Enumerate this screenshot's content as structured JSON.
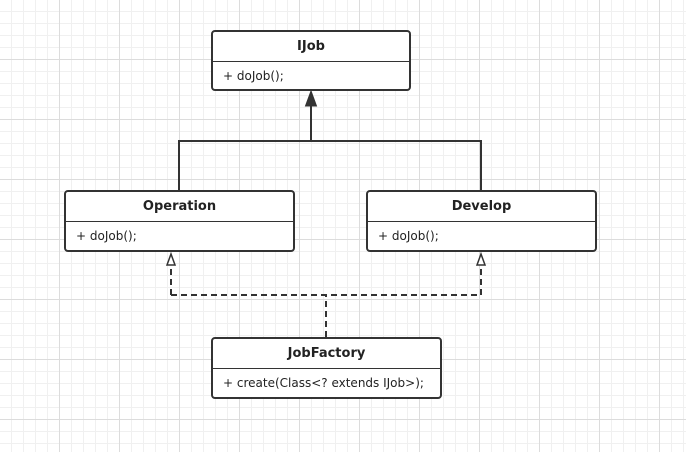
{
  "diagram": {
    "classes": [
      {
        "id": "ijob",
        "name": "IJob",
        "methods": [
          "+ doJob();"
        ]
      },
      {
        "id": "operation",
        "name": "Operation",
        "methods": [
          "+ doJob();"
        ]
      },
      {
        "id": "develop",
        "name": "Develop",
        "methods": [
          "+ doJob();"
        ]
      },
      {
        "id": "jobfactory",
        "name": "JobFactory",
        "methods": [
          "+ create(Class<? extends IJob>);"
        ]
      }
    ],
    "relations": [
      {
        "type": "generalization",
        "from": "operation",
        "to": "ijob"
      },
      {
        "type": "generalization",
        "from": "develop",
        "to": "ijob"
      },
      {
        "type": "dependency",
        "from": "jobfactory",
        "to": "operation"
      },
      {
        "type": "dependency",
        "from": "jobfactory",
        "to": "develop"
      }
    ]
  },
  "colors": {
    "stroke": "#333333",
    "box_fill": "#ffffff",
    "grid": "#dcdcdc"
  }
}
